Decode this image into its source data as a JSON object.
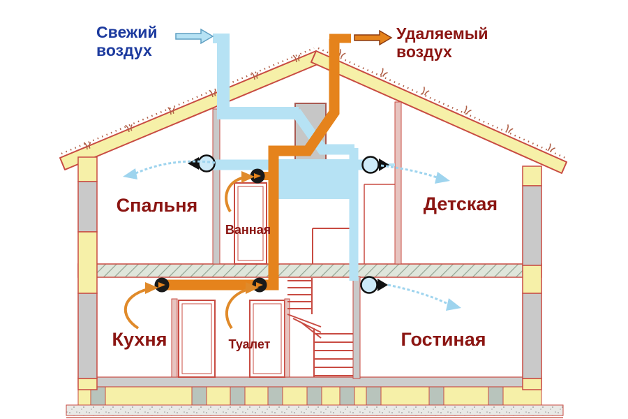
{
  "legend": {
    "fresh_air": {
      "label": "Свежий\nвоздух",
      "text_color": "#1c3a9e",
      "duct_color": "#b6e2f4"
    },
    "exhaust_air": {
      "label": "Удаляемый\nвоздух",
      "text_color": "#8b1512",
      "duct_color": "#e5831c"
    }
  },
  "rooms": {
    "bedroom": {
      "label": "Спальня"
    },
    "bathroom": {
      "label": "Ванная"
    },
    "nursery": {
      "label": "Детская"
    },
    "kitchen": {
      "label": "Кухня"
    },
    "toilet": {
      "label": "Туалет"
    },
    "living_room": {
      "label": "Гостиная"
    }
  },
  "colors": {
    "wall_outline": "#c84b42",
    "insulation_yellow": "#f6f0a8",
    "structure_gray": "#c9c9c9",
    "fresh_duct": "#b6e2f4",
    "exhaust_duct": "#e5831c",
    "label_blue": "#1c3a9e",
    "label_red": "#8b1512"
  }
}
